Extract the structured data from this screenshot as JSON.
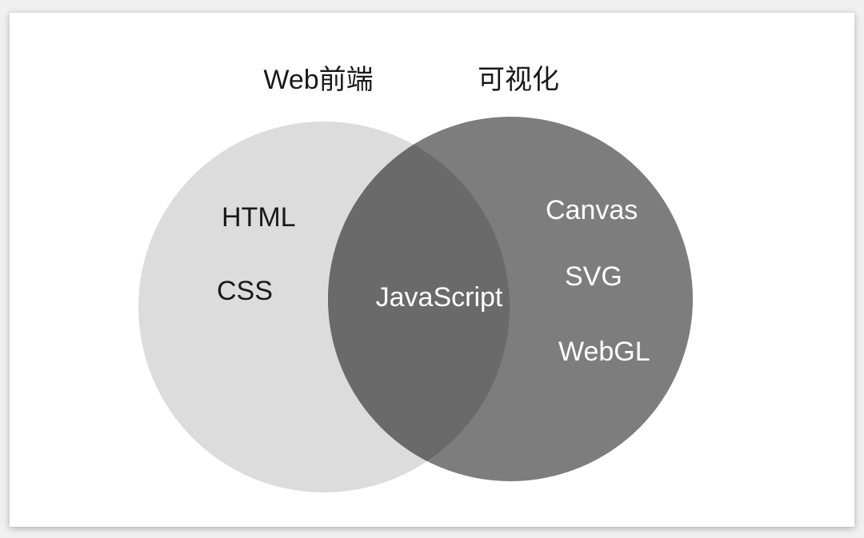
{
  "diagram": {
    "type": "venn",
    "sets": [
      {
        "name": "Web前端",
        "color": "#dcdcdc",
        "items": [
          "HTML",
          "CSS"
        ]
      },
      {
        "name": "可视化",
        "color": "#6e6e6e",
        "items": [
          "Canvas",
          "SVG",
          "WebGL"
        ]
      }
    ],
    "intersection": {
      "color": "#6a6a6a",
      "items": [
        "JavaScript"
      ]
    }
  }
}
